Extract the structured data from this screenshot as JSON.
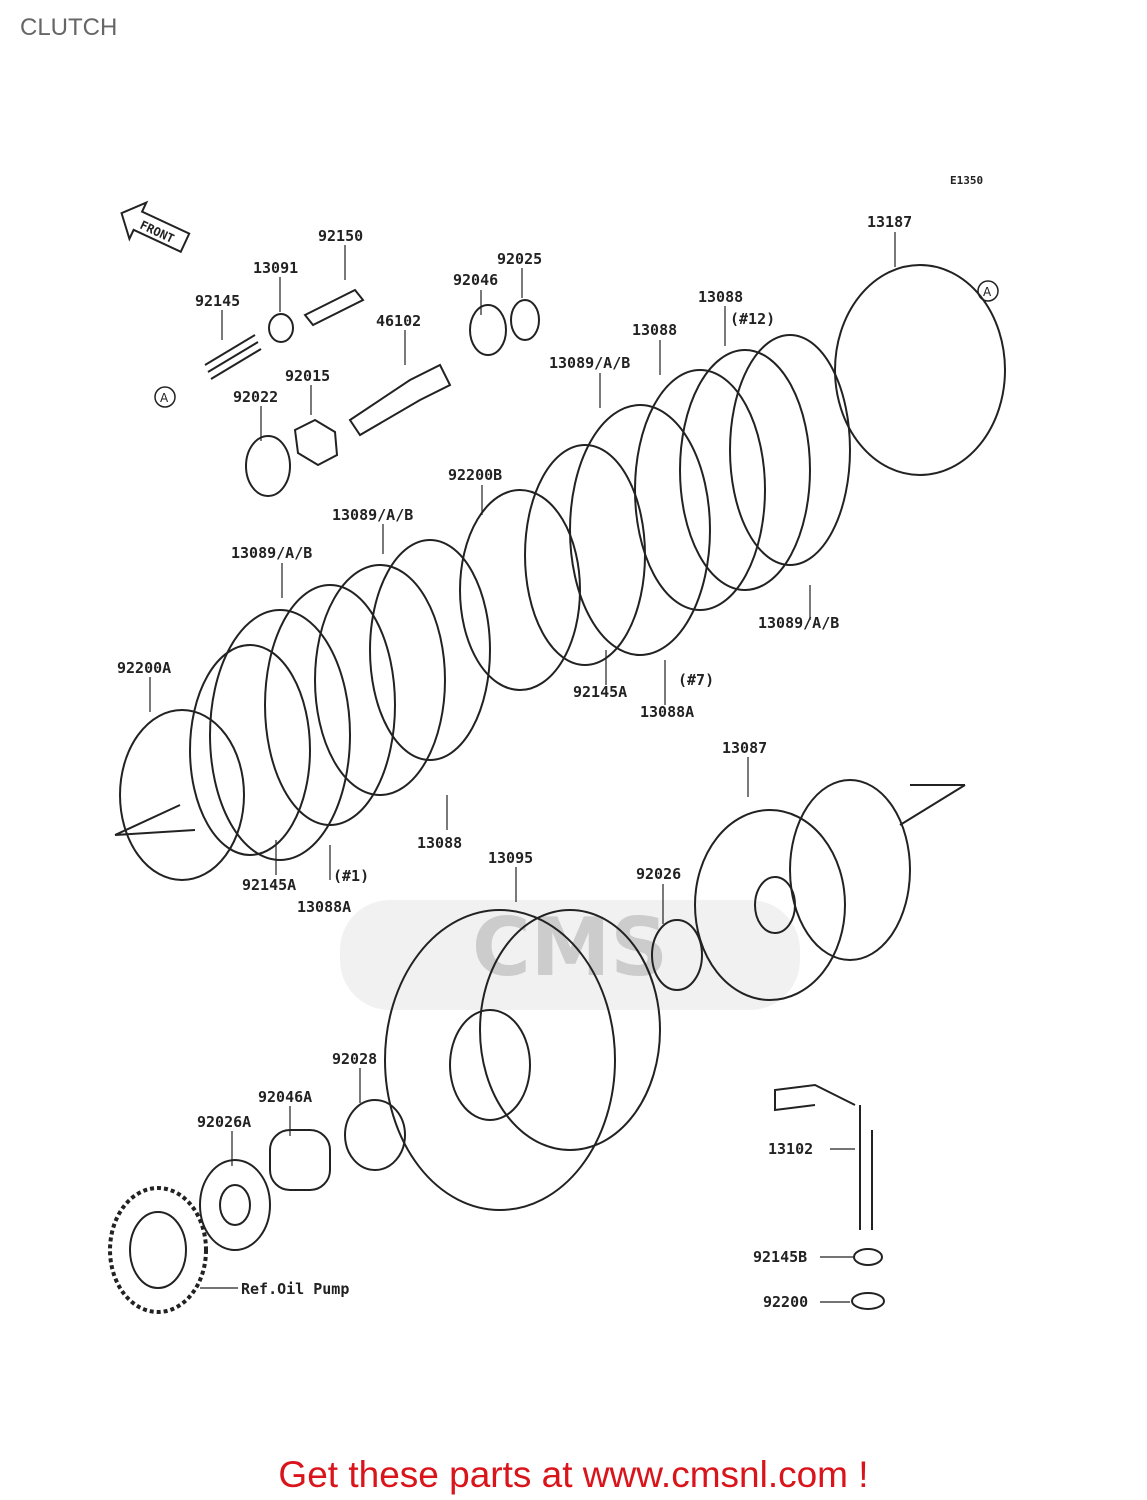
{
  "title": "CLUTCH",
  "diagram_code": "E1350",
  "front_label": "FRONT",
  "ref_marker": "A",
  "labels": [
    "13187",
    "92150",
    "13091",
    "92145",
    "92025",
    "92046",
    "46102",
    "13088",
    "(#12)",
    "13088",
    "13089/A/B",
    "92015",
    "92022",
    "92200B",
    "13089/A/B",
    "13089/A/B",
    "13089/A/B",
    "92200A",
    "92145A",
    "(#7)",
    "13088A",
    "13087",
    "13088",
    "13095",
    "92026",
    "(#1)",
    "92145A",
    "13088A",
    "92028",
    "92046A",
    "92026A",
    "13102",
    "92145B",
    "Ref.Oil Pump",
    "92200"
  ],
  "watermark": "CMS",
  "footer": "Get these parts at www.cmsnl.com !",
  "colors": {
    "footer": "#d9141b",
    "line": "#222222",
    "title": "#666666"
  }
}
